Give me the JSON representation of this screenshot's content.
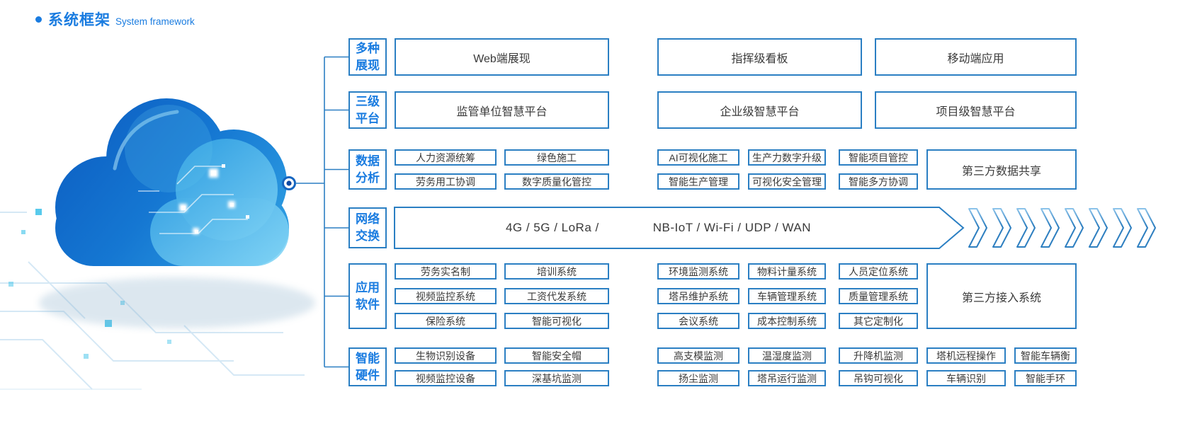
{
  "title": {
    "zh": "系统框架",
    "en": "System framework"
  },
  "colors": {
    "accent": "#1a7ce0",
    "line": "#2b7fc3",
    "node_text": "#3a3a3a",
    "cloud_dark": "#0c5ec2",
    "cloud_light": "#8edcf8",
    "teal_square": "#3bc1e9"
  },
  "display": {
    "label": [
      "多种",
      "展现"
    ],
    "boxes": [
      "Web端展现",
      "指挥级看板",
      "移动端应用"
    ]
  },
  "platform": {
    "label": [
      "三级",
      "平台"
    ],
    "boxes": [
      "监管单位智慧平台",
      "企业级智慧平台",
      "项目级智慧平台"
    ]
  },
  "analysis": {
    "label": [
      "数据",
      "分析"
    ],
    "cols": [
      [
        "人力资源统筹",
        "劳务用工协调"
      ],
      [
        "绿色施工",
        "数字质量化管控"
      ],
      [
        "AI可视化施工",
        "智能生产管理"
      ],
      [
        "生产力数字升级",
        "可视化安全管理"
      ],
      [
        "智能项目管控",
        "智能多方协调"
      ]
    ],
    "tall": "第三方数据共享"
  },
  "network": {
    "label": [
      "网络",
      "交换"
    ],
    "left": "4G / 5G / LoRa /",
    "right": "NB-IoT / Wi-Fi / UDP / WAN",
    "chevron_count": 8
  },
  "software": {
    "label": [
      "应用",
      "软件"
    ],
    "cols": [
      [
        "劳务实名制",
        "视频监控系统",
        "保险系统"
      ],
      [
        "培训系统",
        "工资代发系统",
        "智能可视化"
      ],
      [
        "环境监测系统",
        "塔吊维护系统",
        "会议系统"
      ],
      [
        "物料计量系统",
        "车辆管理系统",
        "成本控制系统"
      ],
      [
        "人员定位系统",
        "质量管理系统",
        "其它定制化"
      ]
    ],
    "tall": "第三方接入系统"
  },
  "hardware": {
    "label": [
      "智能",
      "硬件"
    ],
    "cols": [
      [
        "生物识别设备",
        "视频监控设备"
      ],
      [
        "智能安全帽",
        "深基坑监测"
      ],
      [
        "高支模监测",
        "扬尘监测"
      ],
      [
        "温湿度监测",
        "塔吊运行监测"
      ],
      [
        "升降机监测",
        "吊钩可视化"
      ],
      [
        "塔机远程操作",
        "车辆识别"
      ],
      [
        "智能车辆衡",
        "智能手环"
      ]
    ]
  }
}
